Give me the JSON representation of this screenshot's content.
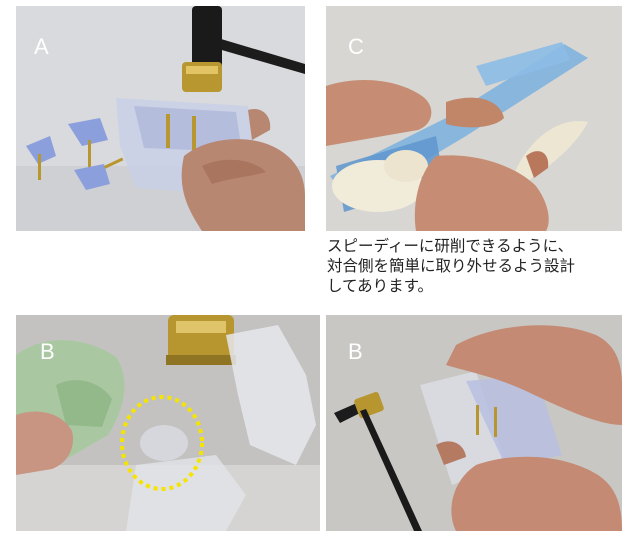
{
  "photos": {
    "a": {
      "label": "A"
    },
    "c": {
      "label": "C"
    },
    "b1": {
      "label": "B"
    },
    "b2": {
      "label": "B"
    }
  },
  "caption": {
    "lines": [
      "スピーディーに研削できるように、",
      "対合側を簡単に取り外せるよう設計",
      "してあります。"
    ]
  },
  "colors": {
    "label_text": "#ffffff",
    "highlight_circle": "#f5e400",
    "caption_text": "#222222"
  }
}
